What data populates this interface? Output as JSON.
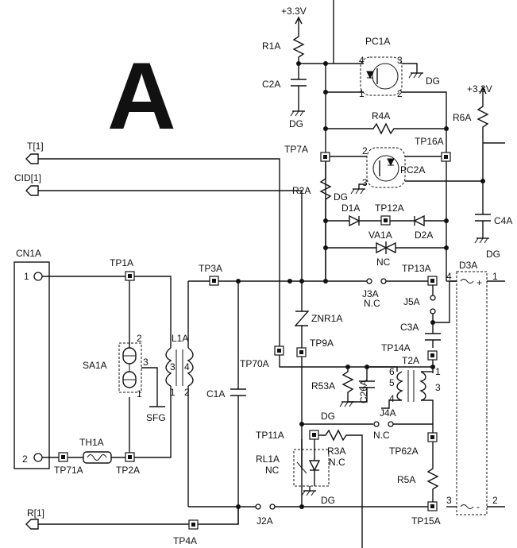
{
  "title_letter": "A",
  "ports": {
    "t": "T[1]",
    "cid": "CID[1]",
    "r": "R[1]"
  },
  "supply": {
    "v1": "+3.3V",
    "v2": "+3.3V"
  },
  "components": {
    "r1a": "R1A",
    "c2a": "C2A",
    "pc1a": "PC1A",
    "r4a": "R4A",
    "r6a": "R6A",
    "pc2a": "PC2A",
    "r2a": "R2A",
    "d1a": "D1A",
    "d2a": "D2A",
    "va1a": "VA1A",
    "c4a": "C4A",
    "cn1a": "CN1A",
    "sa1a": "SA1A",
    "l1a": "L1A",
    "c1a": "C1A",
    "th1a": "TH1A",
    "zrn1a": "ZNR1A",
    "j3a": "J3A",
    "j5a": "J5A",
    "c3a": "C3A",
    "d3a": "D3A",
    "r53a": "R53A",
    "c26a": "C26A",
    "t2a": "T2A",
    "j4a": "J4A",
    "r3a": "R3A",
    "rl1a": "RL1A",
    "r5a": "R5A",
    "j2a": "J2A"
  },
  "test_points": {
    "tp1a": "TP1A",
    "tp2a": "TP2A",
    "tp3a": "TP3A",
    "tp4a": "TP4A",
    "tp7a": "TP7A",
    "tp9a": "TP9A",
    "tp11a": "TP11A",
    "tp12a": "TP12A",
    "tp13a": "TP13A",
    "tp14a": "TP14A",
    "tp15a": "TP15A",
    "tp16a": "TP16A",
    "tp62a": "TP62A",
    "tp70a": "TP70A",
    "tp71a": "TP71A"
  },
  "grounds": {
    "dg": "DG",
    "sfg": "SFG"
  },
  "annotations": {
    "nc": "NC",
    "n_c": "N.C"
  },
  "pins": {
    "p1": "1",
    "p2": "2",
    "p3": "3",
    "p4": "4",
    "p5": "5",
    "p6": "6",
    "plus": "+",
    "minus": "-"
  }
}
